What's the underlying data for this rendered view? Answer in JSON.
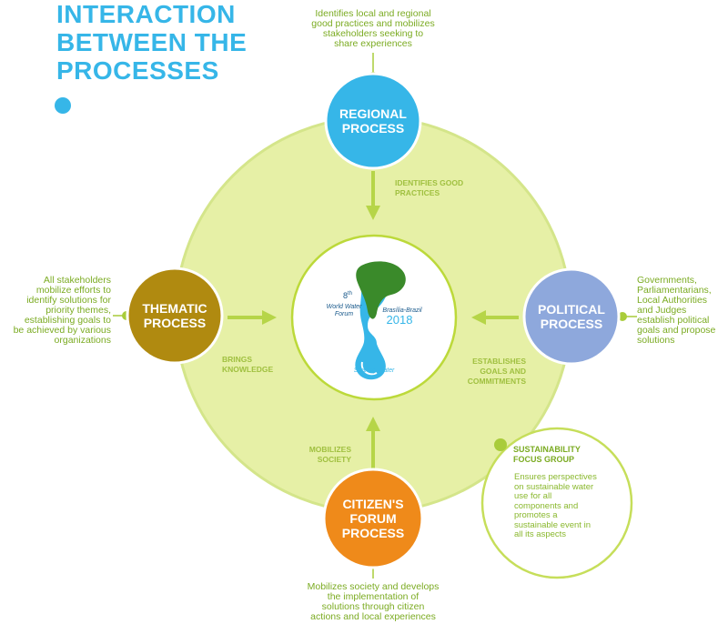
{
  "title": {
    "line1": "INTERACTION",
    "line2": "BETWEEN THE",
    "line3": "PROCESSES"
  },
  "colors": {
    "accent": "#36b6e8",
    "main_circle_fill": "#e6f0a6",
    "main_circle_border": "#d4e58a",
    "center_border": "#bcd93a",
    "regional": "#36b6e8",
    "thematic": "#b08a10",
    "political": "#8ea8dc",
    "citizens": "#ef8a1a",
    "green_text": "#7bab22",
    "arrow": "#b6d548"
  },
  "processes": {
    "regional": {
      "line1": "REGIONAL",
      "line2": "PROCESS"
    },
    "thematic": {
      "line1": "THEMATIC",
      "line2": "PROCESS"
    },
    "political": {
      "line1": "POLITICAL",
      "line2": "PROCESS"
    },
    "citizens": {
      "line1": "CITIZEN'S",
      "line2": "FORUM",
      "line3": "PROCESS"
    }
  },
  "descriptions": {
    "regional": [
      "Identifies local and regional",
      "good practices and mobilizes",
      "stakeholders seeking to",
      "share experiences"
    ],
    "thematic": [
      "All stakeholders",
      "mobilize efforts to",
      "identify solutions for",
      "priority themes,",
      "establishing goals to",
      "be achieved by various",
      "organizations"
    ],
    "political": [
      "Governments,",
      "Parliamentarians,",
      "Local Authorities",
      "and Judges",
      "establish political",
      "goals and propose",
      "solutions"
    ],
    "citizens": [
      "Mobilizes society and develops",
      "the implementation of",
      "solutions through citizen",
      "actions and local experiences"
    ]
  },
  "flows": {
    "regional": [
      "IDENTIFIES GOOD",
      "PRACTICES"
    ],
    "thematic": [
      "BRINGS",
      "KNOWLEDGE"
    ],
    "political": [
      "ESTABLISHES",
      "GOALS AND",
      "COMMITMENTS"
    ],
    "citizens": [
      "MOBILIZES",
      "SOCIETY"
    ]
  },
  "sustainability": {
    "title": [
      "SUSTAINABILITY",
      "FOCUS  GROUP"
    ],
    "body": [
      "Ensures perspectives",
      "on sustainable water",
      "use for all",
      "components and",
      "promotes a",
      "sustainable event in",
      "all its aspects"
    ]
  },
  "logo": {
    "ordinal": "8",
    "ordinal_suffix": "th",
    "forum_line1": "World Water",
    "forum_line2": "Forum",
    "location": "Brasília-Brazil",
    "year": "2018",
    "tagline": "Sharing Water"
  }
}
